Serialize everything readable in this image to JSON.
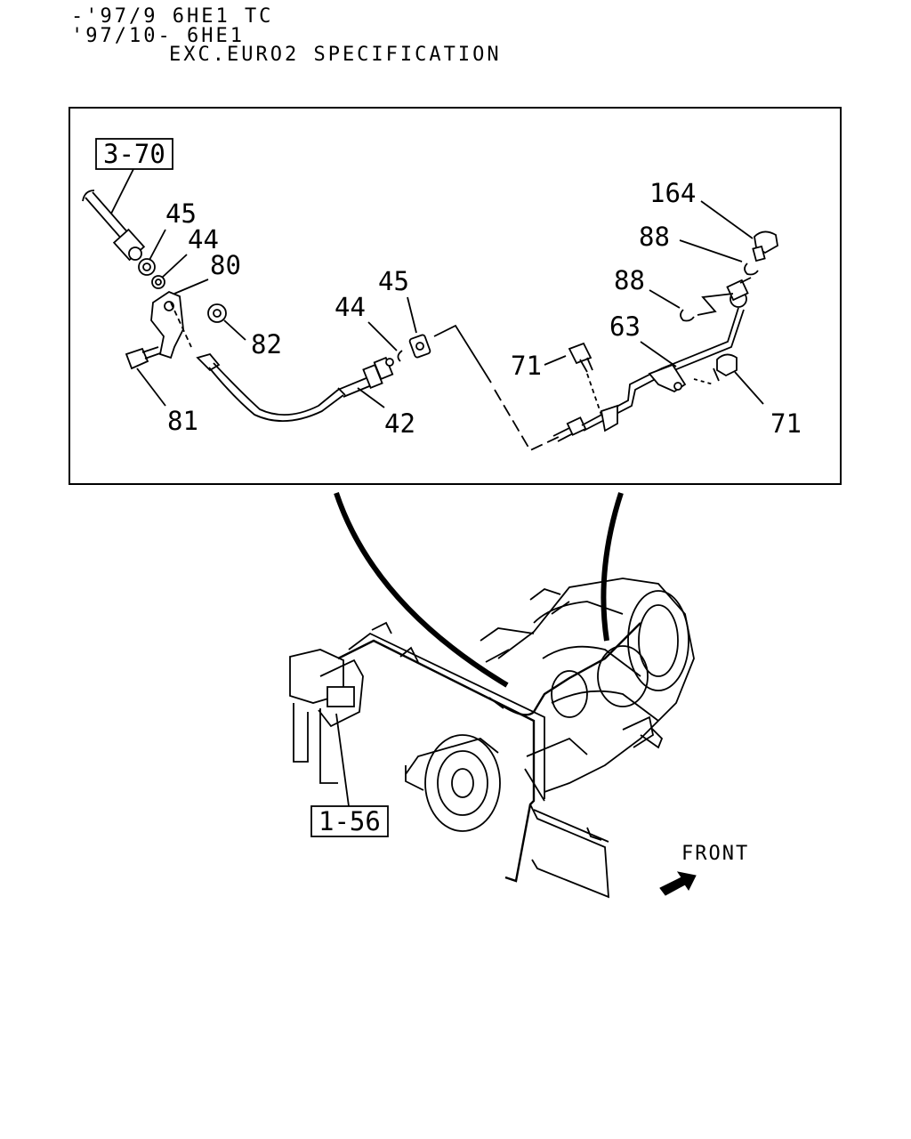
{
  "header": {
    "line1": "-'97/9 6HE1 TC",
    "line2": "'97/10- 6HE1",
    "line3": "EXC.EURO2 SPECIFICATION"
  },
  "callouts": {
    "ref_3_70": "3-70",
    "ref_1_56": "1-56",
    "p45a": "45",
    "p44a": "44",
    "p80": "80",
    "p82": "82",
    "p81": "81",
    "p45b": "45",
    "p44b": "44",
    "p42": "42",
    "p71a": "71",
    "p63": "63",
    "p164": "164",
    "p88a": "88",
    "p88b": "88",
    "p71b": "71"
  },
  "front_label": "FRONT"
}
